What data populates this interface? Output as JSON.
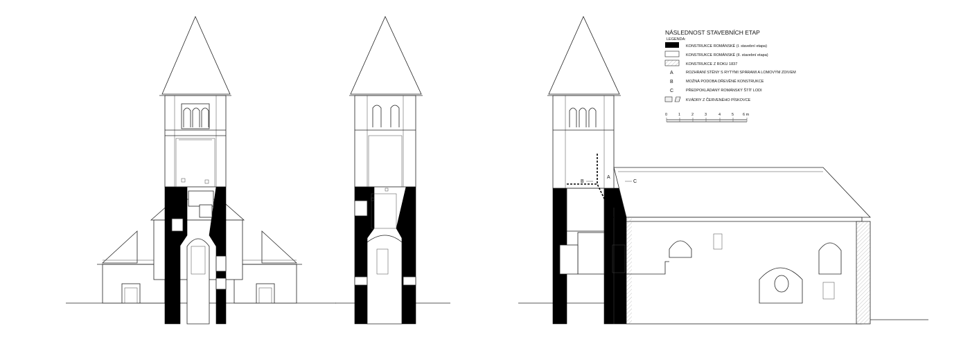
{
  "legend": {
    "title": "NÁSLEDNOST  STAVEBNÍCH  ETAP",
    "subtitle": "LEGENDA:",
    "items": [
      {
        "key": "",
        "swatch": "black",
        "text": "KONSTRUKCE ROMÁNSKÉ (I. stavební etapa)"
      },
      {
        "key": "",
        "swatch": "white",
        "text": "KONSTRUKCE ROMÁNSKÉ (II. stavební etapa)"
      },
      {
        "key": "",
        "swatch": "hatch",
        "text": "KONSTRUKCE Z ROKU 1837"
      },
      {
        "key": "A",
        "swatch": "",
        "text": "ROZHRANÍ STĚNY S RYTÝMI SPÁRAMI A LOMOVÝM ZDIVEM"
      },
      {
        "key": "B",
        "swatch": "",
        "text": "MOŽNÁ PODOBA DŘEVĚNÉ KONSTRUKCE"
      },
      {
        "key": "C",
        "swatch": "",
        "text": "PŘEDPOKLÁDANÝ ROMÁNSKÝ ŠTÍT LODI"
      },
      {
        "key": "",
        "swatch": "quader",
        "text": "KVÁDRY Z ČERVENÉHO PÍSKOVCE"
      }
    ]
  },
  "scale": {
    "ticks": [
      "0",
      "1",
      "2",
      "3",
      "4",
      "5",
      "6 m"
    ]
  },
  "markers": {
    "a": "A",
    "b": "B",
    "c": "C"
  },
  "colors": {
    "stage1": "#000000",
    "stage2": "#ffffff",
    "line": "#222222"
  }
}
